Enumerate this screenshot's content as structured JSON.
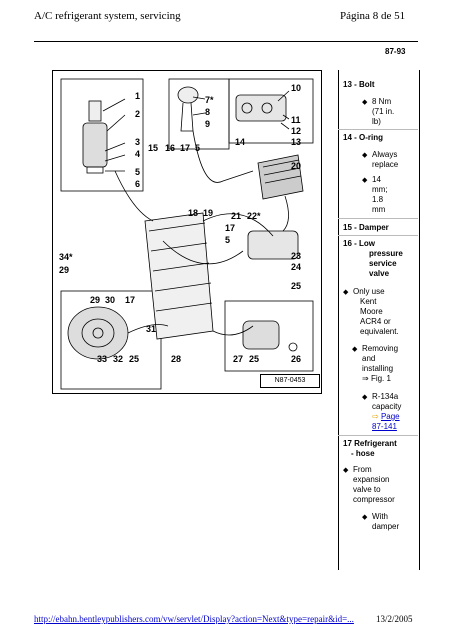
{
  "header": {
    "title": "A/C refrigerant system, servicing",
    "page": "Página 8 de 51"
  },
  "section_number": "87-93",
  "figure": {
    "ref": "N87-0453",
    "callouts": [
      "1",
      "2",
      "3",
      "4",
      "5",
      "6",
      "7*",
      "8",
      "9",
      "10",
      "11",
      "12",
      "13",
      "14",
      "15",
      "16",
      "17",
      "5",
      "18",
      "19",
      "20",
      "21",
      "22*",
      "17",
      "5",
      "23",
      "24",
      "34*",
      "29",
      "25",
      "29",
      "30",
      "17",
      "31",
      "33",
      "32",
      "25",
      "28",
      "27",
      "25",
      "26"
    ]
  },
  "entries": {
    "e13": {
      "title": "13 - Bolt",
      "torque": "8 Nm",
      "torque_imp_a": "(71 in.",
      "torque_imp_b": "lb)"
    },
    "e14": {
      "title": "14 - O-ring",
      "b1a": "Always",
      "b1b": "replace",
      "b2a": "14",
      "b2b": "mm;",
      "b2c": "1.8",
      "b2d": "mm"
    },
    "e15": {
      "title": "15 - Damper"
    },
    "e16": {
      "title_a": "16 - Low",
      "title_b": "pressure",
      "title_c": "service",
      "title_d": "valve",
      "b1a": "Only use",
      "b1b": "Kent",
      "b1c": "Moore",
      "b1d": "ACR4 or",
      "b1e": "equivalent.",
      "b2a": "Removing",
      "b2b": "and",
      "b2c": "installing",
      "b2d": "Fig. 1",
      "b3a": "R-134a",
      "b3b": "capacity",
      "b3c": "Page",
      "b3d": "87-141"
    },
    "e17": {
      "title_a": "17 Refrigerant",
      "title_b": "- hose",
      "b1a": "From",
      "b1b": "expansion",
      "b1c": "valve to",
      "b1d": "compressor",
      "b2a": "With",
      "b2b": "damper"
    }
  },
  "icons": {
    "bullet": "diamond-bullet-icon",
    "ref_arrow": "arrow-right-icon",
    "fig_ref": "double-line-icon"
  },
  "colors": {
    "link": "#0000cc",
    "arrow": "#e0a000"
  },
  "footer": {
    "url": "http://ebahn.bentleypublishers.com/vw/servlet/Display?action=Next&type=repair&id=...",
    "date": "13/2/2005"
  }
}
